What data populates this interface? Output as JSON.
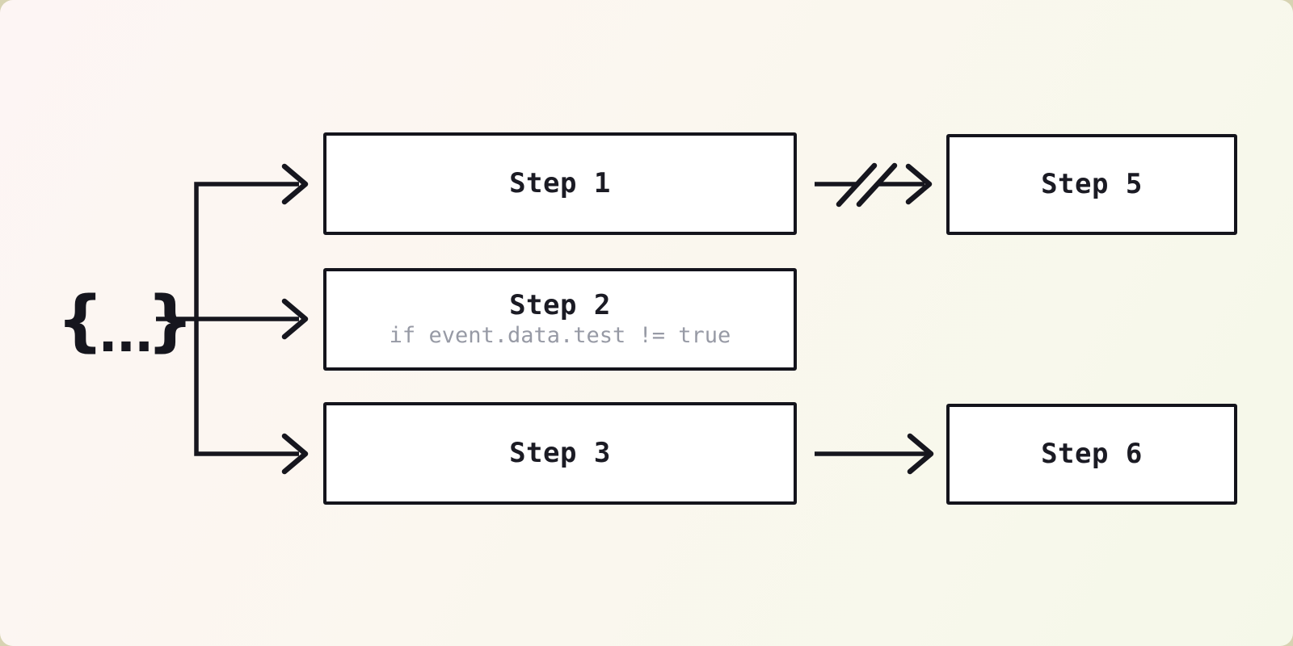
{
  "page": {
    "background_outer": "#d7d3b2",
    "background_gradient_start": "#fdf5f4",
    "background_gradient_end": "#f5f8e9"
  },
  "diagram": {
    "trigger": {
      "label": "{...}",
      "open_brace": "{",
      "dots": "...",
      "close_brace": "}"
    },
    "nodes": {
      "step1": {
        "label": "Step 1"
      },
      "step2": {
        "label": "Step 2",
        "condition": "if event.data.test != true"
      },
      "step3": {
        "label": "Step 3"
      },
      "step5": {
        "label": "Step 5"
      },
      "step6": {
        "label": "Step 6"
      }
    },
    "edges": [
      {
        "from": "trigger",
        "to": "step1",
        "style": "solid"
      },
      {
        "from": "trigger",
        "to": "step2",
        "style": "solid"
      },
      {
        "from": "trigger",
        "to": "step3",
        "style": "solid"
      },
      {
        "from": "step1",
        "to": "step5",
        "style": "broken"
      },
      {
        "from": "step3",
        "to": "step6",
        "style": "solid"
      }
    ],
    "colors": {
      "stroke": "#16161e",
      "node_bg": "#ffffff",
      "node_border": "#14141c",
      "title_text": "#1b1b24",
      "condition_text": "#979aa5"
    }
  }
}
